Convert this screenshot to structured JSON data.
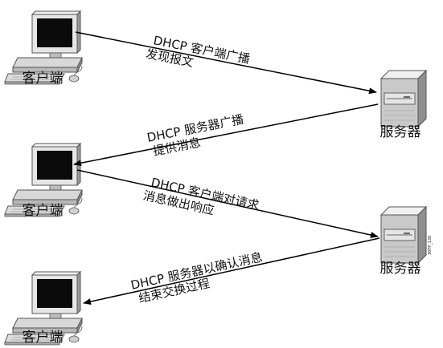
{
  "nodes": {
    "client_1": "客户端",
    "server_1": "服务器",
    "client_2": "客户端",
    "server_2": "服务器",
    "client_3": "客户端"
  },
  "messages": [
    {
      "line1": "DHCP 客户端广播",
      "line2": "发现报文",
      "direction": "client-to-server"
    },
    {
      "line1": "DHCP 服务器广播",
      "line2": "提供消息",
      "direction": "server-to-client"
    },
    {
      "line1": "DHCP 客户端对请求",
      "line2": "消息做出响应",
      "direction": "client-to-server"
    },
    {
      "line1": "DHCP 服务器以确认消息",
      "line2": "结束交换过程",
      "direction": "server-to-client"
    }
  ],
  "figure_id": "30FP_130"
}
